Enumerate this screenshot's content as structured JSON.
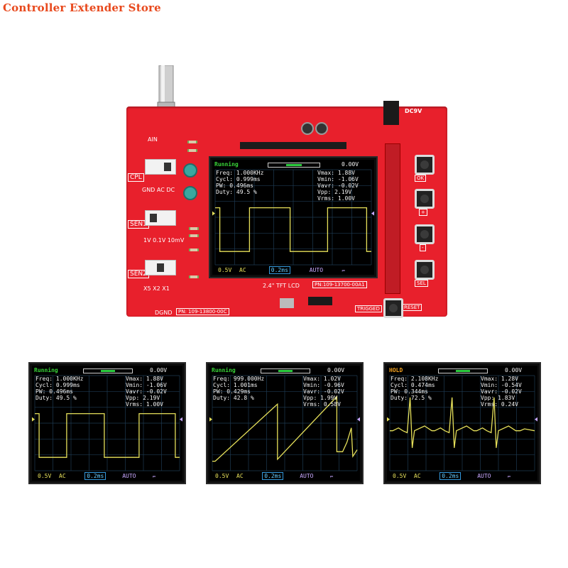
{
  "watermark": "Controller Extender Store",
  "board": {
    "cpl_label": "CPL",
    "cpl_positions": "GND AC DC",
    "sen1_label": "SEN1",
    "sen1_positions": "1V 0.1V 10mV",
    "sen2_label": "SEN2",
    "sen2_positions": "X5 X2 X1",
    "ain_label": "AIN",
    "dgnd_label": "DGND",
    "pn_left": "PN: 109-13800-00C",
    "pn_right": "PN:109-13700-00A1",
    "tft_label": "2.4\" TFT LCD",
    "dc_label": "DC9V",
    "buttons": [
      "OK",
      "+",
      "-",
      "SEL"
    ],
    "reset_label": "RESET",
    "trigged_label": "TRIGGED"
  },
  "screens": [
    {
      "status": "Running",
      "offset": "0.00V",
      "freq": "Freq: 1.000KHz",
      "cycl": "Cycl: 0.999ms",
      "pw": "PW:   0.496ms",
      "duty": "Duty: 49.5 %",
      "vmax": "Vmax:  1.88V",
      "vmin": "Vmin: -1.06V",
      "vavr": "Vavr: -0.02V",
      "vpp": "Vpp:  2.19V",
      "vrms": "Vrms:  1.00V",
      "volt": "0.5V",
      "coupling": "AC",
      "timebase": "0.2ms",
      "mode": "AUTO",
      "trig": "⫭",
      "waveform": "square"
    },
    {
      "status": "Running",
      "offset": "0.00V",
      "freq": "Freq: 1.000KHz",
      "cycl": "Cycl: 0.999ms",
      "pw": "PW:   0.496ms",
      "duty": "Duty: 49.5 %",
      "vmax": "Vmax:  1.88V",
      "vmin": "Vmin: -1.06V",
      "vavr": "Vavr: -0.02V",
      "vpp": "Vpp:  2.19V",
      "vrms": "Vrms:  1.00V",
      "volt": "0.5V",
      "coupling": "AC",
      "timebase": "0.2ms",
      "mode": "AUTO",
      "trig": "⫭",
      "waveform": "square"
    },
    {
      "status": "Running",
      "offset": "0.00V",
      "freq": "Freq: 999.000Hz",
      "cycl": "Cycl: 1.001ms",
      "pw": "PW:   0.429ms",
      "duty": "Duty: 42.8 %",
      "vmax": "Vmax:  1.02V",
      "vmin": "Vmin: -0.96V",
      "vavr": "Vavr: -0.02V",
      "vpp": "Vpp:  1.99V",
      "vrms": "Vrms:  0.58V",
      "volt": "0.5V",
      "coupling": "AC",
      "timebase": "0.2ms",
      "mode": "AUTO",
      "trig": "⫭",
      "waveform": "sawtooth"
    },
    {
      "status": "HOLD",
      "offset": "0.00V",
      "freq": "Freq: 2.108KHz",
      "cycl": "Cycl: 0.474ms",
      "pw": "PW:   0.344ms",
      "duty": "Duty: 72.5 %",
      "vmax": "Vmax:  1.28V",
      "vmin": "Vmin: -0.54V",
      "vavr": "Vavr: -0.02V",
      "vpp": "Vpp:  1.83V",
      "vrms": "Vrms:  0.24V",
      "volt": "0.5V",
      "coupling": "AC",
      "timebase": "0.2ms",
      "mode": "AUTO",
      "trig": "⫭",
      "waveform": "ecg"
    }
  ],
  "colors": {
    "board": "#e8202c",
    "trace": "#e6e05a",
    "running": "#38d438",
    "hold": "#f0a020"
  }
}
